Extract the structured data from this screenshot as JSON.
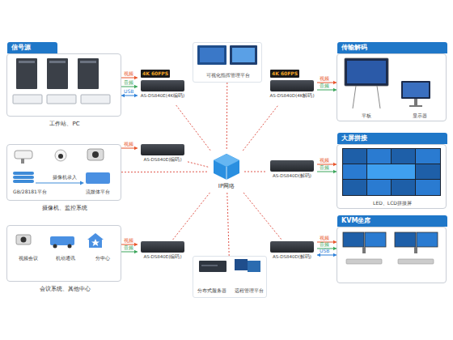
{
  "diagram": {
    "nodes": [
      {
        "text": [
          "信号源",
          "工作站、PC"
        ]
      },
      {
        "text": [
          "4K 60FPS",
          "AS-DS840E(4K编码)"
        ]
      },
      {
        "text": [
          "摄像机录入",
          "GB/28181平台",
          "流媒体平台",
          "摄像机、监控系统"
        ]
      },
      {
        "text": [
          "AS-DS840E(编码)"
        ]
      },
      {
        "text": [
          "视频会议",
          "机动通讯",
          "分中心",
          "会议系统、其他中心"
        ]
      },
      {
        "text": [
          "AS-DS840E(编码)"
        ]
      },
      {
        "text": [
          "可视化指挥管理平台"
        ]
      },
      {
        "text": [
          "IP网络"
        ]
      },
      {
        "text": [
          "分布式服务器",
          "远程管理平台"
        ]
      },
      {
        "text": [
          "传输解码",
          "平板",
          "显示器"
        ]
      },
      {
        "text": [
          "4K 60FPS",
          "AS-DS840D(4K解码)"
        ]
      },
      {
        "text": [
          "大屏拼接",
          "LED、LCD拼接屏"
        ]
      },
      {
        "text": [
          "AS-DS840D(解码)"
        ]
      },
      {
        "text": [
          "KVM坐席"
        ]
      },
      {
        "text": [
          "AS-DS840D(解码)"
        ]
      }
    ],
    "edges": [
      {
        "from": 0,
        "to": 1,
        "label": "视频",
        "arrow": "to"
      },
      {
        "from": 0,
        "to": 1,
        "label": "音频",
        "arrow": "to"
      },
      {
        "from": 0,
        "to": 1,
        "label": "USB",
        "arrow": "both"
      },
      {
        "from": 2,
        "to": 3,
        "label": "视频",
        "arrow": "to"
      },
      {
        "from": 4,
        "to": 5,
        "label": "视频",
        "arrow": "to"
      },
      {
        "from": 4,
        "to": 5,
        "label": "音频",
        "arrow": "to"
      },
      {
        "from": 1,
        "to": 7,
        "arrow": "none"
      },
      {
        "from": 3,
        "to": 7,
        "arrow": "none"
      },
      {
        "from": 2,
        "to": 7,
        "arrow": "none"
      },
      {
        "from": 5,
        "to": 7,
        "arrow": "none"
      },
      {
        "from": 6,
        "to": 7,
        "arrow": "none"
      },
      {
        "from": 8,
        "to": 7,
        "arrow": "none"
      },
      {
        "from": 7,
        "to": 10,
        "arrow": "none"
      },
      {
        "from": 7,
        "to": 12,
        "arrow": "none"
      },
      {
        "from": 7,
        "to": 14,
        "arrow": "none"
      },
      {
        "from": 10,
        "to": 9,
        "label": "视频",
        "arrow": "to"
      },
      {
        "from": 10,
        "to": 9,
        "label": "音频",
        "arrow": "to"
      },
      {
        "from": 12,
        "to": 11,
        "label": "视频",
        "arrow": "to"
      },
      {
        "from": 12,
        "to": 11,
        "label": "音频",
        "arrow": "to"
      },
      {
        "from": 14,
        "to": 13,
        "label": "视频",
        "arrow": "to"
      },
      {
        "from": 14,
        "to": 13,
        "label": "音频",
        "arrow": "to"
      },
      {
        "from": 14,
        "to": 13,
        "label": "USB",
        "arrow": "both"
      }
    ]
  }
}
